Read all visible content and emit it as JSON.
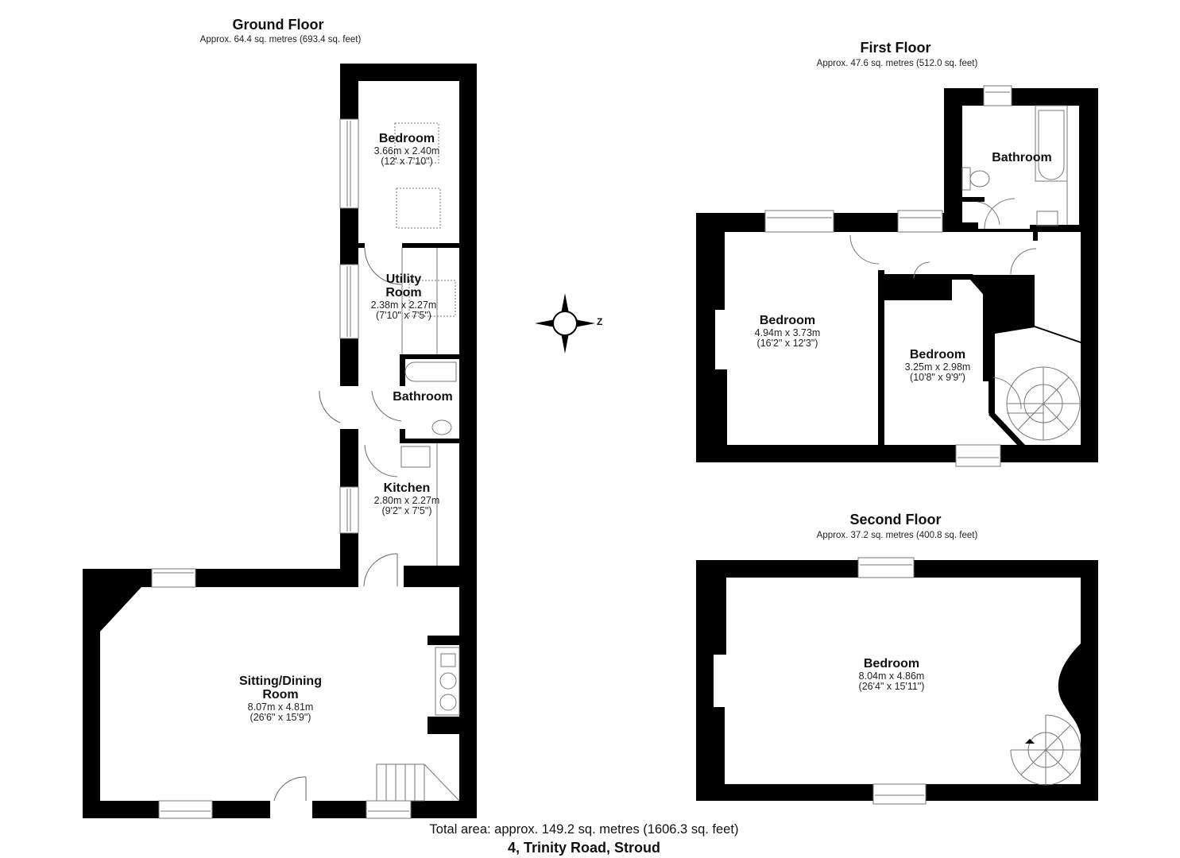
{
  "floors": {
    "ground": {
      "title": "Ground Floor",
      "area": "Approx. 64.4 sq. metres (693.4 sq. feet)",
      "rooms": [
        {
          "name": "Bedroom",
          "metric": "3.66m x 2.40m",
          "imperial": "(12' x 7'10\")"
        },
        {
          "name": "Utility Room",
          "line1": "Utility",
          "line2": "Room",
          "metric": "2.38m x 2.27m",
          "imperial": "(7'10\" x 7'5\")"
        },
        {
          "name": "Bathroom"
        },
        {
          "name": "Kitchen",
          "metric": "2.80m x 2.27m",
          "imperial": "(9'2\" x 7'5\")"
        },
        {
          "name": "Sitting/Dining Room",
          "line1": "Sitting/Dining",
          "line2": "Room",
          "metric": "8.07m x 4.81m",
          "imperial": "(26'6\" x 15'9\")"
        }
      ]
    },
    "first": {
      "title": "First Floor",
      "area": "Approx. 47.6 sq. metres (512.0 sq. feet)",
      "rooms": [
        {
          "name": "Bathroom"
        },
        {
          "name": "Bedroom",
          "metric": "4.94m x 3.73m",
          "imperial": "(16'2\" x 12'3\")"
        },
        {
          "name": "Bedroom",
          "metric": "3.25m x 2.98m",
          "imperial": "(10'8\" x 9'9\")"
        }
      ]
    },
    "second": {
      "title": "Second Floor",
      "area": "Approx. 37.2 sq. metres (400.8 sq. feet)",
      "rooms": [
        {
          "name": "Bedroom",
          "metric": "8.04m x 4.86m",
          "imperial": "(26'4\" x 15'11\")"
        }
      ]
    }
  },
  "compass": {
    "label": "Z",
    "icon": "compass-rose-icon"
  },
  "footer": {
    "total": "Total area: approx. 149.2 sq. metres (1606.3 sq. feet)",
    "address": "4, Trinity Road, Stroud"
  },
  "colors": {
    "wall": "#000000",
    "background": "#ffffff",
    "fixture": "#555555"
  }
}
